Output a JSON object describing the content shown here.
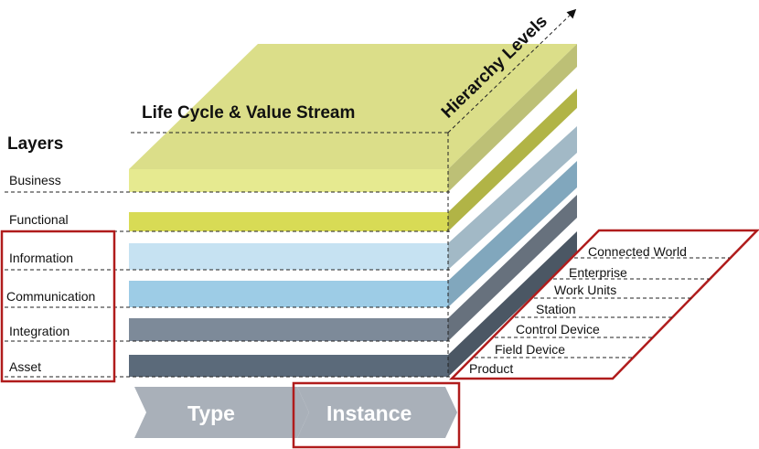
{
  "headings": {
    "layers": "Layers",
    "lifecycle": "Life Cycle & Value Stream",
    "hierarchy": "Hierarchy Levels"
  },
  "layers": [
    {
      "label": "Business",
      "color": "#e6ea90"
    },
    {
      "label": "Functional",
      "color": "#d8db55"
    },
    {
      "label": "Information",
      "color": "#c6e2f2"
    },
    {
      "label": "Communication",
      "color": "#9dcce6"
    },
    {
      "label": "Integration",
      "color": "#7d8a99"
    },
    {
      "label": "Asset",
      "color": "#5b6a7a"
    }
  ],
  "hierarchy_levels": [
    "Connected World",
    "Enterprise",
    "Work Units",
    "Station",
    "Control Device",
    "Field Device",
    "Product"
  ],
  "lifecycle_arrows": {
    "type": "Type",
    "instance": "Instance",
    "color": "#a9b0b9"
  },
  "colors": {
    "highlight_red": "#b01c1c"
  }
}
